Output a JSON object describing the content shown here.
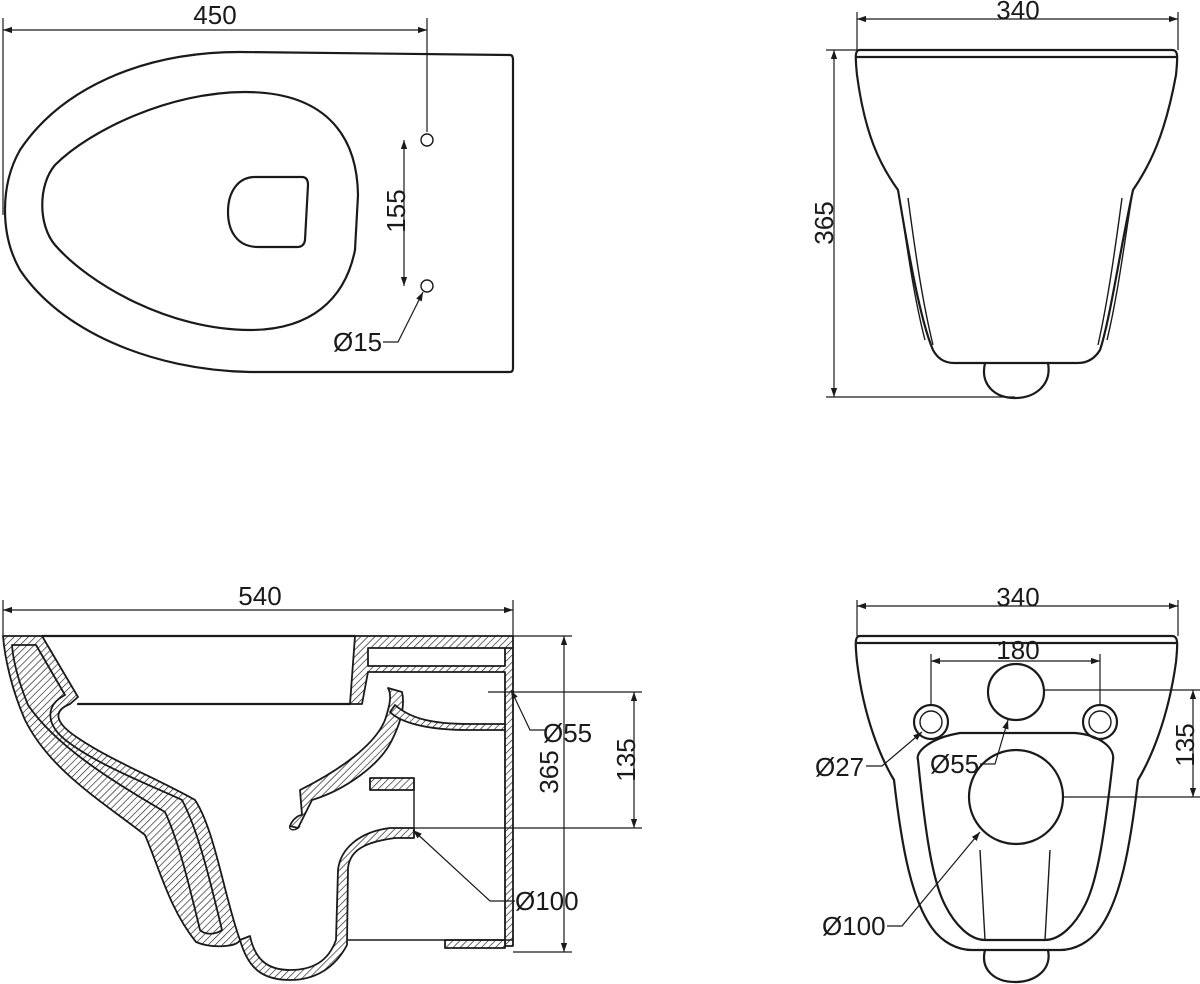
{
  "views": {
    "top": {
      "width_label": "450",
      "spacing_label": "155",
      "hole_label": "Ø15"
    },
    "front": {
      "width_label": "340",
      "height_label": "365"
    },
    "side": {
      "length_label": "540",
      "height_label": "365",
      "offset_label": "135",
      "inlet_label": "Ø55",
      "outlet_label": "Ø100"
    },
    "rear": {
      "width_label": "340",
      "fixing_spacing_label": "180",
      "offset_label": "135",
      "fixing_hole_label": "Ø27",
      "inlet_label": "Ø55",
      "outlet_label": "Ø100"
    }
  }
}
